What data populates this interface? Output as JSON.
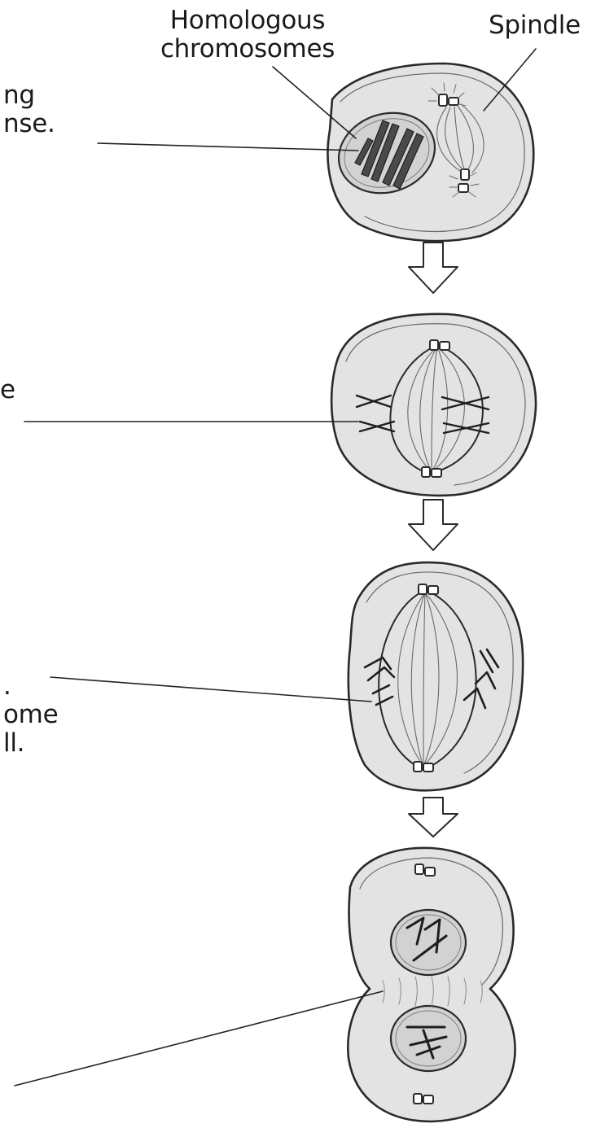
{
  "labels": {
    "homologous": "Homologous\nchromosomes",
    "spindle": "Spindle",
    "side_1": "ng\nnse.",
    "side_2": "e",
    "side_3": ".\nome\nll."
  },
  "icons": [
    "cell-prophase",
    "cell-metaphase",
    "cell-anaphase",
    "cell-telophase",
    "down-arrow"
  ],
  "colors": {
    "cell_fill": "#e3e3e3",
    "nucleus_fill": "#d2d2d2",
    "outline": "#2a2a2a",
    "background": "#ffffff"
  }
}
